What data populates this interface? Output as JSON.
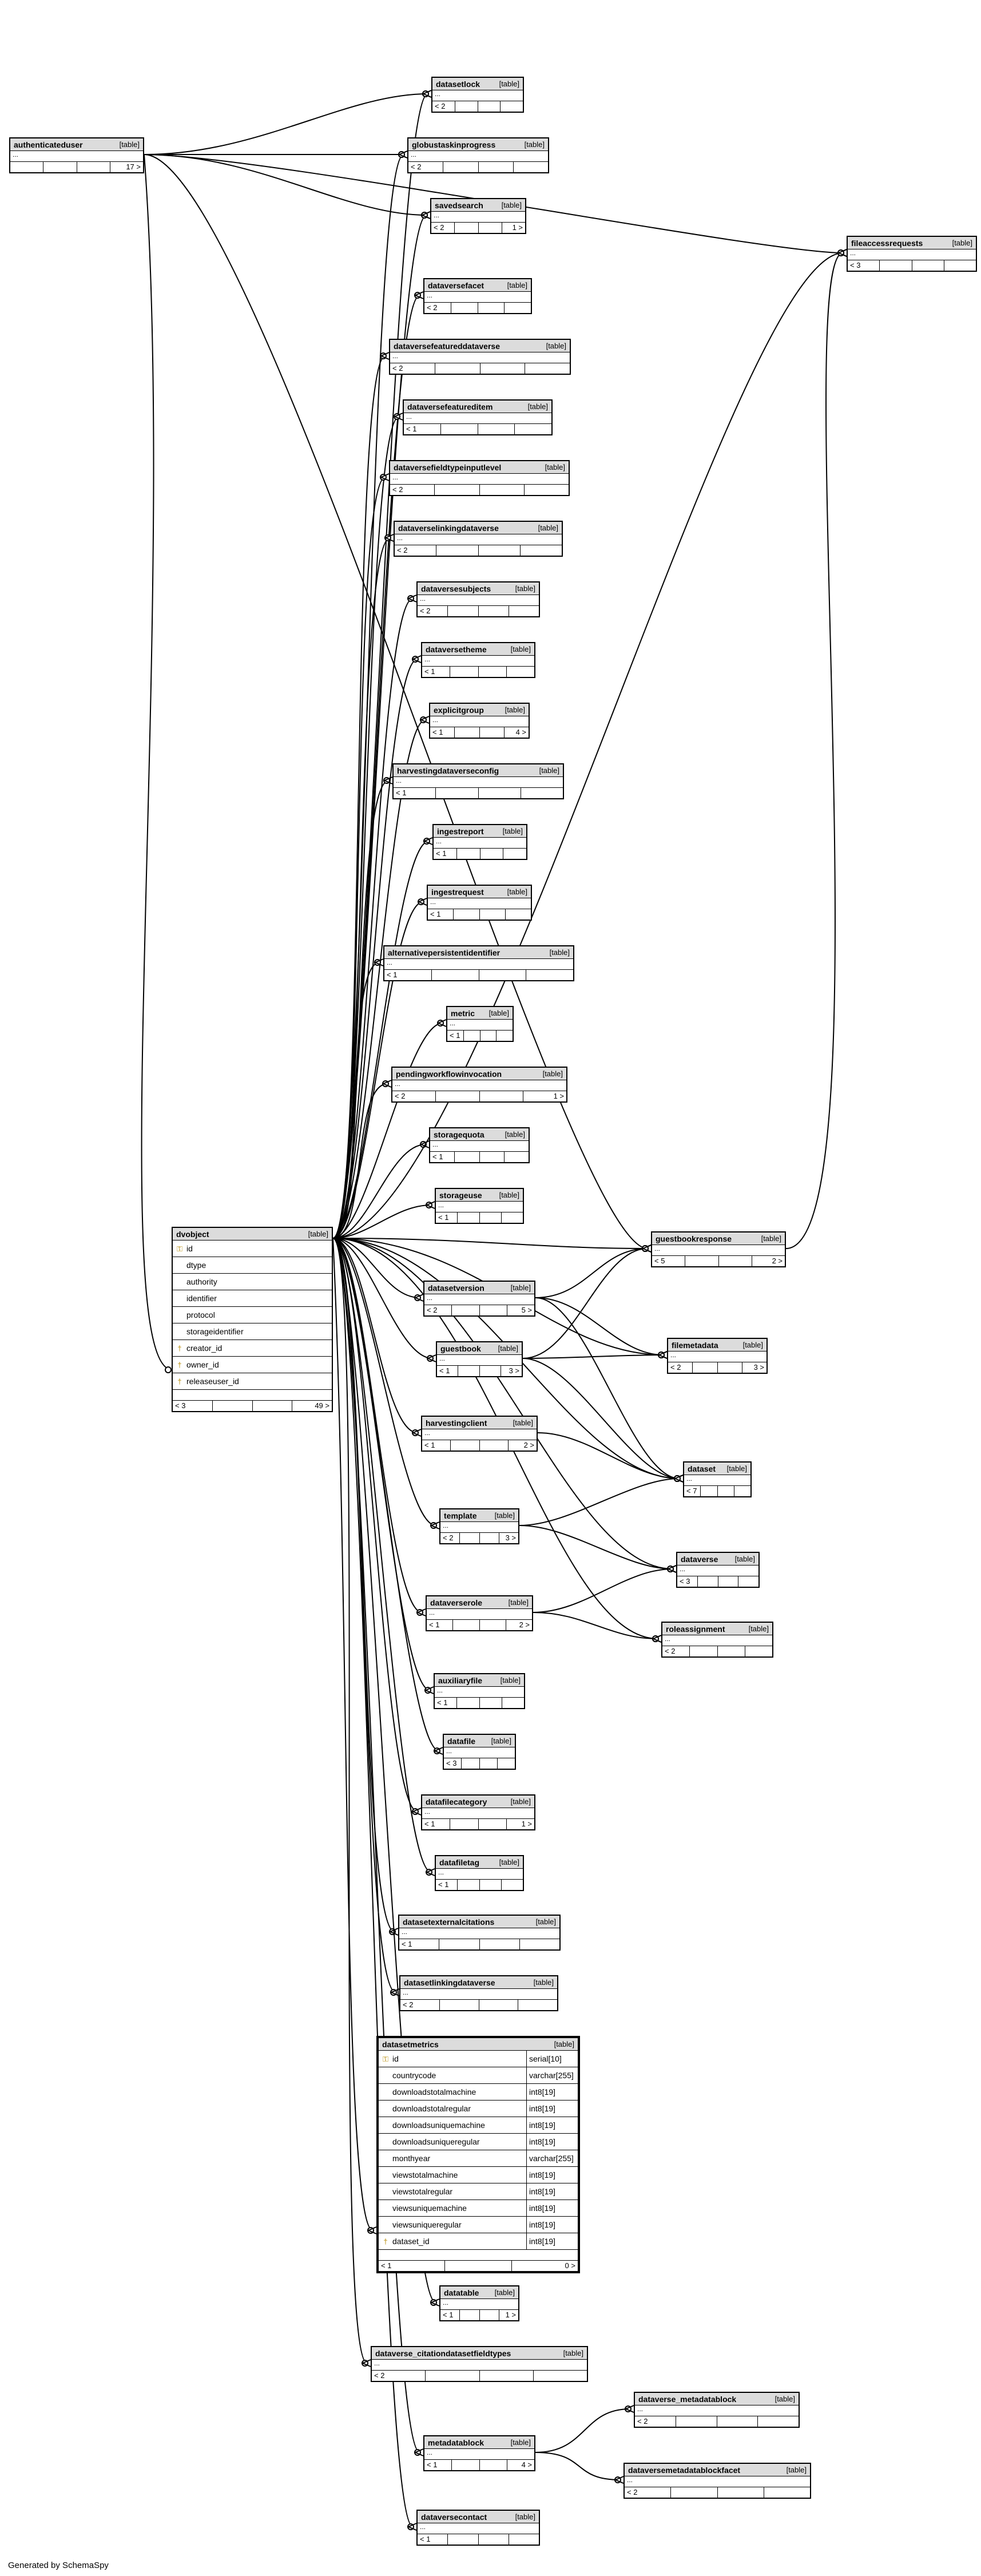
{
  "footer": "Generated by SchemaSpy",
  "tag": "[table]",
  "tables": [
    {
      "id": "authenticateduser",
      "name": "authenticateduser",
      "foot": [
        "",
        "",
        "",
        "17 >"
      ],
      "dots": "..."
    },
    {
      "id": "datasetlock",
      "name": "datasetlock",
      "foot": [
        "< 2",
        "",
        "",
        ""
      ],
      "dots": "..."
    },
    {
      "id": "globustaskinprogress",
      "name": "globustaskinprogress",
      "foot": [
        "< 2",
        "",
        "",
        ""
      ],
      "dots": "..."
    },
    {
      "id": "savedsearch",
      "name": "savedsearch",
      "foot": [
        "< 2",
        "",
        "",
        "1 >"
      ],
      "dots": "..."
    },
    {
      "id": "fileaccessrequests",
      "name": "fileaccessrequests",
      "foot": [
        "< 3",
        "",
        "",
        ""
      ],
      "dots": "..."
    },
    {
      "id": "dataversefacet",
      "name": "dataversefacet",
      "foot": [
        "< 2",
        "",
        "",
        ""
      ],
      "dots": "..."
    },
    {
      "id": "dataversefeatureddataverse",
      "name": "dataversefeatureddataverse",
      "foot": [
        "< 2",
        "",
        "",
        ""
      ],
      "dots": "..."
    },
    {
      "id": "dataversefeatureditem",
      "name": "dataversefeatureditem",
      "foot": [
        "< 1",
        "",
        "",
        ""
      ],
      "dots": "..."
    },
    {
      "id": "dataversefieldtypeinputlevel",
      "name": "dataversefieldtypeinputlevel",
      "foot": [
        "< 2",
        "",
        "",
        ""
      ],
      "dots": "..."
    },
    {
      "id": "dataverselinkingdataverse",
      "name": "dataverselinkingdataverse",
      "foot": [
        "< 2",
        "",
        "",
        ""
      ],
      "dots": "..."
    },
    {
      "id": "dataversesubjects",
      "name": "dataversesubjects",
      "foot": [
        "< 2",
        "",
        "",
        ""
      ],
      "dots": "..."
    },
    {
      "id": "dataversetheme",
      "name": "dataversetheme",
      "foot": [
        "< 1",
        "",
        "",
        ""
      ],
      "dots": "..."
    },
    {
      "id": "explicitgroup",
      "name": "explicitgroup",
      "foot": [
        "< 1",
        "",
        "",
        "4 >"
      ],
      "dots": "..."
    },
    {
      "id": "harvestingdataverseconfig",
      "name": "harvestingdataverseconfig",
      "foot": [
        "< 1",
        "",
        "",
        ""
      ],
      "dots": "..."
    },
    {
      "id": "ingestreport",
      "name": "ingestreport",
      "foot": [
        "< 1",
        "",
        "",
        ""
      ],
      "dots": "..."
    },
    {
      "id": "ingestrequest",
      "name": "ingestrequest",
      "foot": [
        "< 1",
        "",
        "",
        ""
      ],
      "dots": "..."
    },
    {
      "id": "alternativepersistentidentifier",
      "name": "alternativepersistentidentifier",
      "foot": [
        "< 1",
        "",
        "",
        ""
      ],
      "dots": "..."
    },
    {
      "id": "metric",
      "name": "metric",
      "foot": [
        "< 1",
        "",
        "",
        ""
      ],
      "dots": "..."
    },
    {
      "id": "pendingworkflowinvocation",
      "name": "pendingworkflowinvocation",
      "foot": [
        "< 2",
        "",
        "",
        "1 >"
      ],
      "dots": "..."
    },
    {
      "id": "storagequota",
      "name": "storagequota",
      "foot": [
        "< 1",
        "",
        "",
        ""
      ],
      "dots": "..."
    },
    {
      "id": "storageuse",
      "name": "storageuse",
      "foot": [
        "< 1",
        "",
        "",
        ""
      ],
      "dots": "..."
    },
    {
      "id": "guestbookresponse",
      "name": "guestbookresponse",
      "foot": [
        "< 5",
        "",
        "",
        "2 >"
      ],
      "dots": "..."
    },
    {
      "id": "dvobject",
      "name": "dvobject",
      "foot": [
        "< 3",
        "",
        "",
        "49 >"
      ],
      "dots": "",
      "columns": [
        {
          "key": "pk",
          "name": "id"
        },
        {
          "key": "",
          "name": "dtype"
        },
        {
          "key": "",
          "name": "authority"
        },
        {
          "key": "",
          "name": "identifier"
        },
        {
          "key": "",
          "name": "protocol"
        },
        {
          "key": "",
          "name": "storageidentifier"
        },
        {
          "key": "fk",
          "name": "creator_id"
        },
        {
          "key": "fk",
          "name": "owner_id"
        },
        {
          "key": "fk",
          "name": "releaseuser_id"
        }
      ]
    },
    {
      "id": "datasetversion",
      "name": "datasetversion",
      "foot": [
        "< 2",
        "",
        "",
        "5 >"
      ],
      "dots": "..."
    },
    {
      "id": "guestbook",
      "name": "guestbook",
      "foot": [
        "< 1",
        "",
        "",
        "3 >"
      ],
      "dots": "..."
    },
    {
      "id": "filemetadata",
      "name": "filemetadata",
      "foot": [
        "< 2",
        "",
        "",
        "3 >"
      ],
      "dots": "..."
    },
    {
      "id": "harvestingclient",
      "name": "harvestingclient",
      "foot": [
        "< 1",
        "",
        "",
        "2 >"
      ],
      "dots": "..."
    },
    {
      "id": "dataset",
      "name": "dataset",
      "foot": [
        "< 7",
        "",
        "",
        ""
      ],
      "dots": "..."
    },
    {
      "id": "template",
      "name": "template",
      "foot": [
        "< 2",
        "",
        "",
        "3 >"
      ],
      "dots": "..."
    },
    {
      "id": "dataverse",
      "name": "dataverse",
      "foot": [
        "< 3",
        "",
        "",
        ""
      ],
      "dots": "..."
    },
    {
      "id": "dataverserole",
      "name": "dataverserole",
      "foot": [
        "< 1",
        "",
        "",
        "2 >"
      ],
      "dots": "..."
    },
    {
      "id": "roleassignment",
      "name": "roleassignment",
      "foot": [
        "< 2",
        "",
        "",
        ""
      ],
      "dots": "..."
    },
    {
      "id": "auxiliaryfile",
      "name": "auxiliaryfile",
      "foot": [
        "< 1",
        "",
        "",
        ""
      ],
      "dots": "..."
    },
    {
      "id": "datafile",
      "name": "datafile",
      "foot": [
        "< 3",
        "",
        "",
        ""
      ],
      "dots": "..."
    },
    {
      "id": "datafilecategory",
      "name": "datafilecategory",
      "foot": [
        "< 1",
        "",
        "",
        "1 >"
      ],
      "dots": "..."
    },
    {
      "id": "datafiletag",
      "name": "datafiletag",
      "foot": [
        "< 1",
        "",
        "",
        ""
      ],
      "dots": "..."
    },
    {
      "id": "datasetexternalcitations",
      "name": "datasetexternalcitations",
      "foot": [
        "< 1",
        "",
        "",
        ""
      ],
      "dots": "..."
    },
    {
      "id": "datasetlinkingdataverse",
      "name": "datasetlinkingdataverse",
      "foot": [
        "< 2",
        "",
        "",
        ""
      ],
      "dots": "..."
    },
    {
      "id": "datasetmetrics",
      "name": "datasetmetrics",
      "foot": [
        "< 1",
        "",
        "0 >"
      ],
      "dots": "",
      "columns": [
        {
          "key": "pk",
          "name": "id",
          "type": "serial[10]"
        },
        {
          "key": "",
          "name": "countrycode",
          "type": "varchar[255]"
        },
        {
          "key": "",
          "name": "downloadstotalmachine",
          "type": "int8[19]"
        },
        {
          "key": "",
          "name": "downloadstotalregular",
          "type": "int8[19]"
        },
        {
          "key": "",
          "name": "downloadsuniquemachine",
          "type": "int8[19]"
        },
        {
          "key": "",
          "name": "downloadsuniqueregular",
          "type": "int8[19]"
        },
        {
          "key": "",
          "name": "monthyear",
          "type": "varchar[255]"
        },
        {
          "key": "",
          "name": "viewstotalmachine",
          "type": "int8[19]"
        },
        {
          "key": "",
          "name": "viewstotalregular",
          "type": "int8[19]"
        },
        {
          "key": "",
          "name": "viewsuniquemachine",
          "type": "int8[19]"
        },
        {
          "key": "",
          "name": "viewsuniqueregular",
          "type": "int8[19]"
        },
        {
          "key": "fk",
          "name": "dataset_id",
          "type": "int8[19]"
        }
      ]
    },
    {
      "id": "datatable",
      "name": "datatable",
      "foot": [
        "< 1",
        "",
        "",
        "1 >"
      ],
      "dots": "..."
    },
    {
      "id": "dataverse_citationdatasetfieldtypes",
      "name": "dataverse_citationdatasetfieldtypes",
      "foot": [
        "< 2",
        "",
        "",
        ""
      ],
      "dots": "..."
    },
    {
      "id": "dataverse_metadatablock",
      "name": "dataverse_metadatablock",
      "foot": [
        "< 2",
        "",
        "",
        ""
      ],
      "dots": "..."
    },
    {
      "id": "metadatablock",
      "name": "metadatablock",
      "foot": [
        "< 1",
        "",
        "",
        "4 >"
      ],
      "dots": "..."
    },
    {
      "id": "dataversemetadatablockfacet",
      "name": "dataversemetadatablockfacet",
      "foot": [
        "< 2",
        "",
        "",
        ""
      ],
      "dots": "..."
    },
    {
      "id": "dataversecontact",
      "name": "dataversecontact",
      "foot": [
        "< 1",
        "",
        "",
        ""
      ],
      "dots": "..."
    }
  ]
}
